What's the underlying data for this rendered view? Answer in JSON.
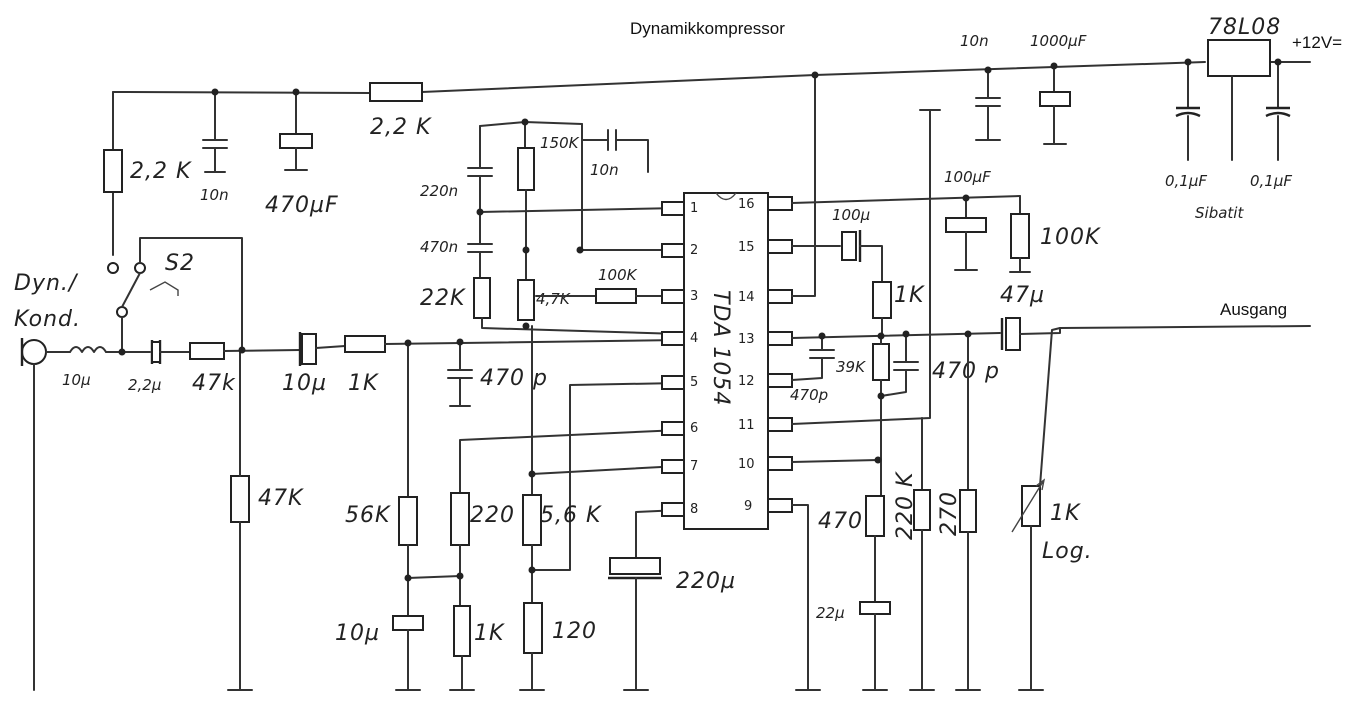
{
  "title": "Dynamikkompressor",
  "supply_label": "+12V=",
  "output_label": "Ausgang",
  "ic": {
    "name": "TDA 1054",
    "pins_left": [
      "1",
      "2",
      "3",
      "4",
      "5",
      "6",
      "7",
      "8"
    ],
    "pins_right": [
      "16",
      "15",
      "14",
      "13",
      "12",
      "11",
      "10",
      "9"
    ]
  },
  "regulator": "78L08",
  "input_label": [
    "Dyn./",
    "Kond."
  ],
  "switch_label": "S2",
  "components": {
    "r_top": "2,2 K",
    "r_bias": "2,2 K",
    "c_10n_top": "10n",
    "c_470uf": "470µF",
    "c_10n_supply": "10n",
    "c_1000uf": "1000µF",
    "c_0_1a": "0,1µF",
    "c_0_1b": "0,1µF",
    "sibatit": "Sibatit",
    "c_220n": "220n",
    "r_150k": "150K",
    "c_10n_mid": "10n",
    "c_470n": "470n",
    "r_22k": "22K",
    "r_4_7k": "4,7K",
    "r_100k_pin3": "100K",
    "c_100uf": "100µF",
    "r_100k_right": "100K",
    "c_100u": "100µ",
    "r_1k_right": "1K",
    "c_47u": "47µ",
    "r_39k": "39K",
    "c_470p_right": "470 p",
    "c_470p_pin12": "470p",
    "l_10u": "10µ",
    "c_2_2u": "2,2µ",
    "r_47k_series": "47k",
    "c_10u_in": "10µ",
    "r_1k_in": "1K",
    "c_470p_in": "470 p",
    "r_47k_shunt": "47K",
    "r_56k": "56K",
    "r_220": "220",
    "r_5_6k": "5,6 K",
    "c_220u": "220µ",
    "c_10u_low": "10µ",
    "r_1k_low": "1K",
    "r_120": "120",
    "r_470": "470",
    "r_220k": "220 K",
    "r_270": "270",
    "c_22u": "22µ",
    "pot_1k": "1K",
    "pot_log": "Log."
  }
}
